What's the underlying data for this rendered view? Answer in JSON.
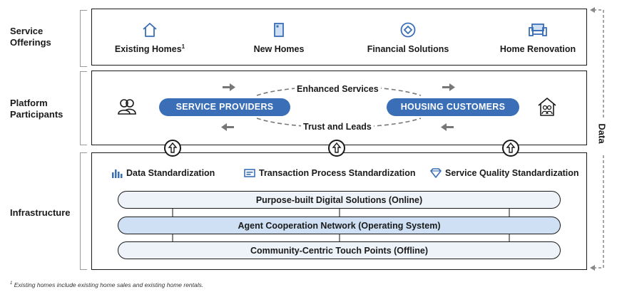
{
  "rows": {
    "service_offerings": "Service\nOfferings",
    "platform_participants": "Platform\nParticipants",
    "infrastructure": "Infrastructure"
  },
  "service_offerings": [
    {
      "label": "Existing Homes",
      "sup": "1",
      "icon": "house-icon"
    },
    {
      "label": "New Homes",
      "icon": "door-icon"
    },
    {
      "label": "Financial Solutions",
      "icon": "diamond-coin-icon"
    },
    {
      "label": "Home Renovation",
      "icon": "sofa-icon"
    }
  ],
  "platform": {
    "service_providers": "SERVICE PROVIDERS",
    "housing_customers": "HOUSING CUSTOMERS",
    "enhanced_services": "Enhanced Services",
    "trust_and_leads": "Trust and Leads"
  },
  "standardization": [
    {
      "label": "Data Standardization",
      "icon": "bar-chart-icon"
    },
    {
      "label": "Transaction Process Standardization",
      "icon": "card-icon"
    },
    {
      "label": "Service Quality Standardization",
      "icon": "gem-icon"
    }
  ],
  "layers": [
    "Purpose-built Digital Solutions (Online)",
    "Agent Cooperation Network (Operating System)",
    "Community-Centric Touch Points (Offline)"
  ],
  "side_label": "Data",
  "footnote_sup": "1",
  "footnote": "Existing homes include existing home sales and existing home rentals.",
  "colors": {
    "accent": "#3a6fb8",
    "layer_light": "#eef3fa",
    "layer_mid": "#cfe0f4"
  }
}
